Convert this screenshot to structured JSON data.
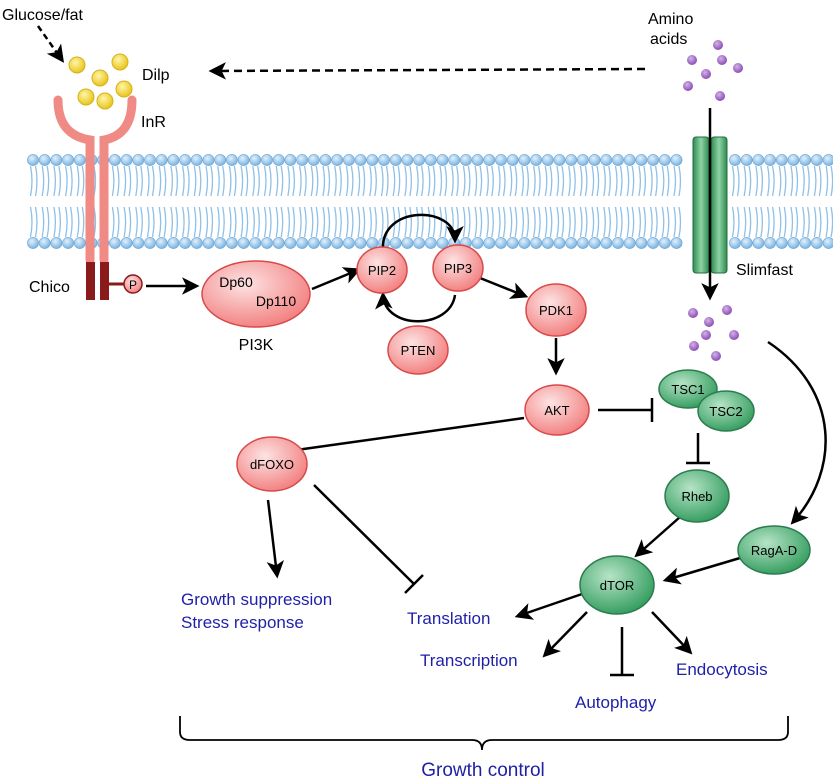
{
  "inputs": {
    "glucose_fat": "Glucose/fat",
    "amino_acids_line1": "Amino",
    "amino_acids_line2": "acids"
  },
  "receptor": {
    "ligand": "Dilp",
    "receptor": "InR",
    "adaptor": "Chico",
    "phospho": "P"
  },
  "transporter": {
    "name": "Slimfast"
  },
  "pi3k": {
    "subunit1": "Dp60",
    "subunit2": "Dp110",
    "complex": "PI3K"
  },
  "nodes": {
    "pip2": "PIP2",
    "pip3": "PIP3",
    "pten": "PTEN",
    "pdk1": "PDK1",
    "akt": "AKT",
    "dfoxo": "dFOXO",
    "tsc1": "TSC1",
    "tsc2": "TSC2",
    "rheb": "Rheb",
    "raga_d": "RagA-D",
    "dtor": "dTOR"
  },
  "outputs": {
    "growth_suppression": "Growth suppression",
    "stress_response": "Stress response",
    "translation": "Translation",
    "transcription": "Transcription",
    "endocytosis": "Endocytosis",
    "autophagy": "Autophagy",
    "growth_control": "Growth control"
  },
  "colors": {
    "red_node_fill": "#f7a0a0",
    "red_node_stroke": "#d84a4a",
    "green_node_fill": "#4fb37a",
    "green_node_stroke": "#2d7c4f",
    "membrane_lipid": "#8fc0e8",
    "receptor_pink": "#f08a84",
    "receptor_dark": "#8b1a1a",
    "dilp_yellow": "#f3d531",
    "amino_acid_purple": "#9b5fc0",
    "output_text_blue": "#1f1fa8"
  }
}
